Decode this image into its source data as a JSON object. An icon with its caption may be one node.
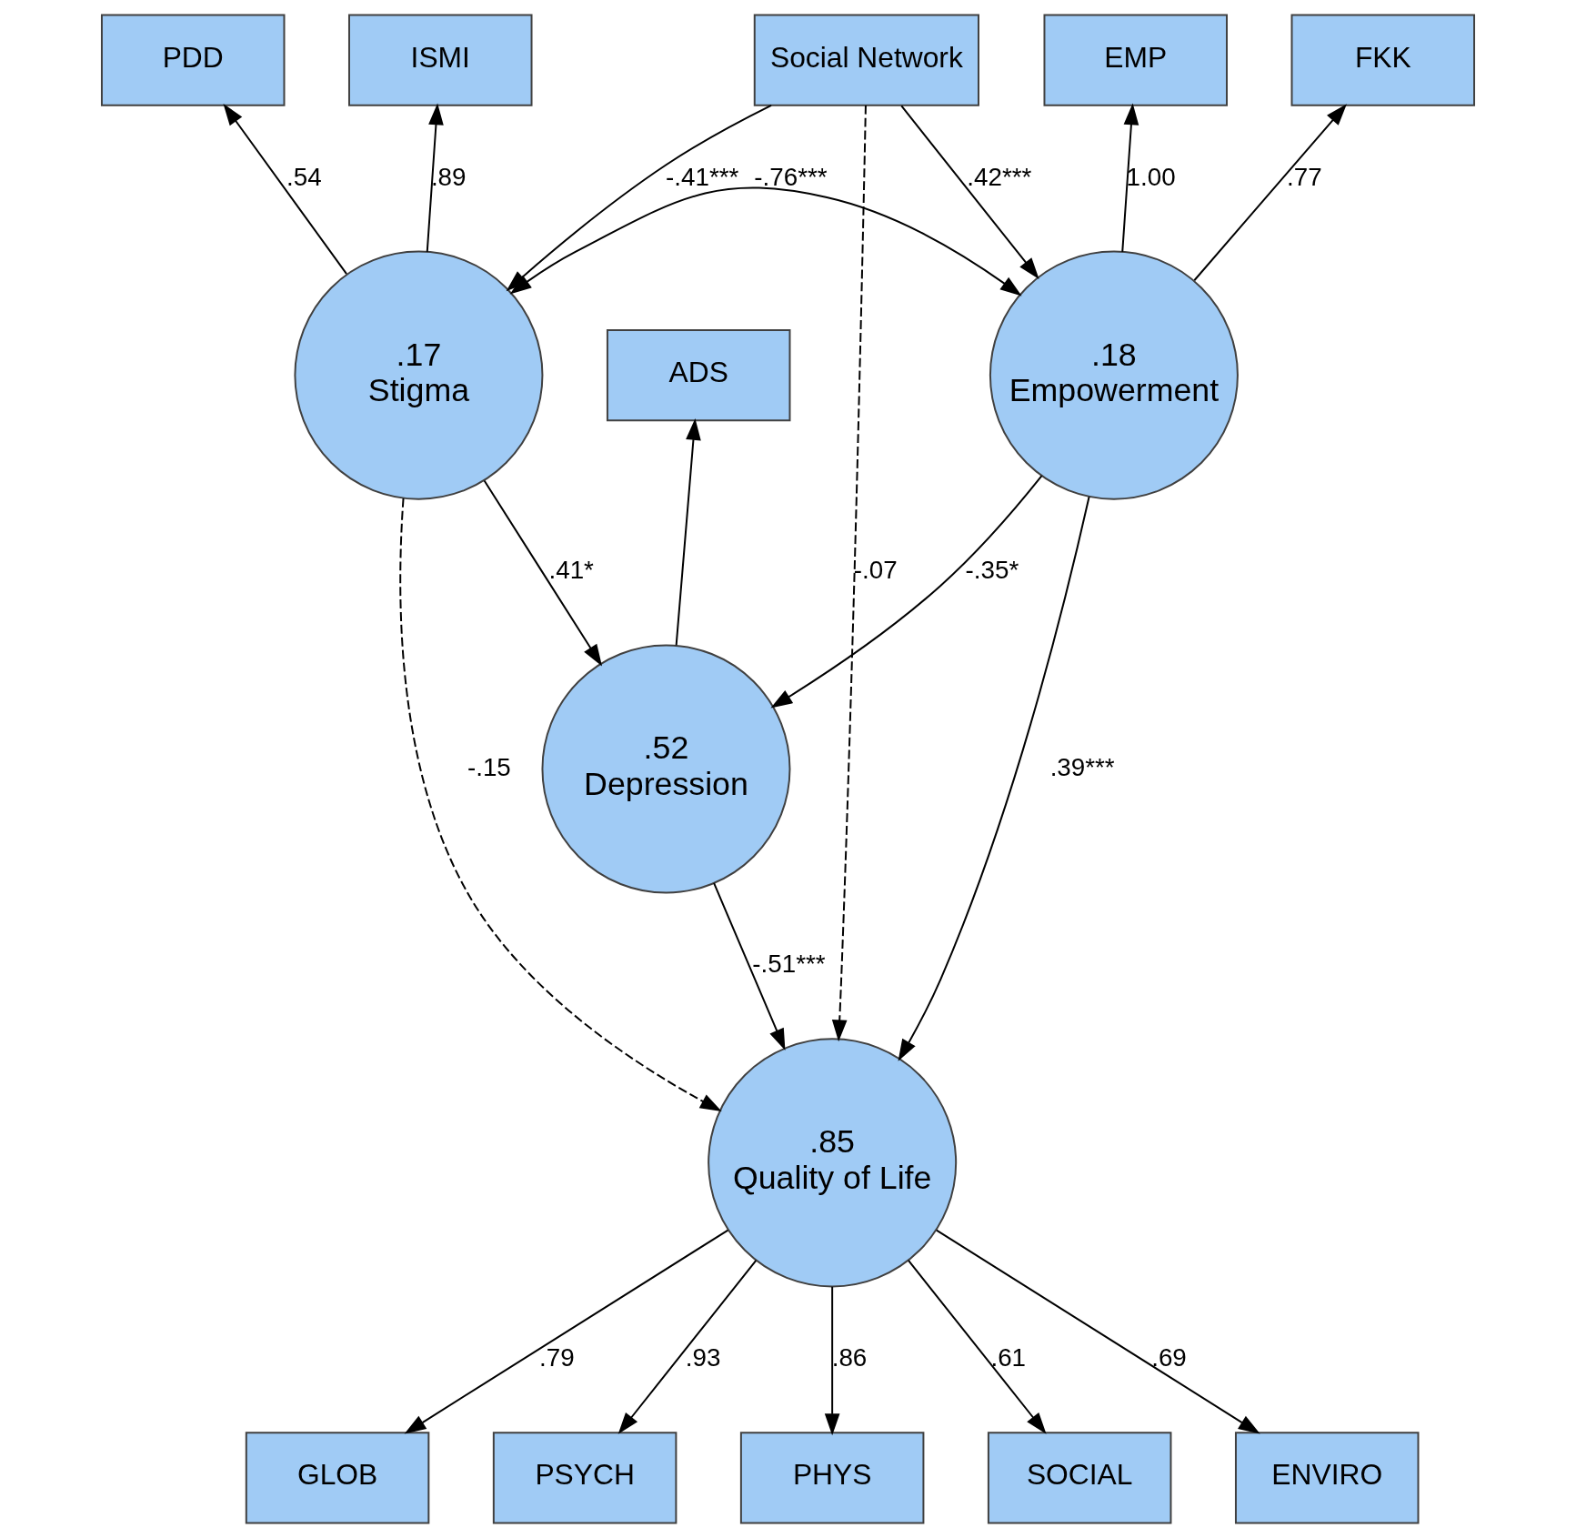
{
  "diagram": {
    "nodes": [
      {
        "text": [
          "Social Network"
        ]
      },
      {
        "text": [
          "PDD"
        ]
      },
      {
        "text": [
          "ISMI"
        ]
      },
      {
        "text": [
          "EMP"
        ]
      },
      {
        "text": [
          "FKK"
        ]
      },
      {
        "text": [
          ".17",
          "Stigma"
        ]
      },
      {
        "text": [
          ".18",
          "Empowerment"
        ]
      },
      {
        "text": [
          "ADS"
        ]
      },
      {
        "text": [
          ".52",
          "Depression"
        ]
      },
      {
        "text": [
          ".85",
          "Quality of Life"
        ]
      },
      {
        "text": [
          "GLOB"
        ]
      },
      {
        "text": [
          "PSYCH"
        ]
      },
      {
        "text": [
          "PHYS"
        ]
      },
      {
        "text": [
          "SOCIAL"
        ]
      },
      {
        "text": [
          "ENVIRO"
        ]
      }
    ],
    "edges": [
      {
        "from": 0,
        "to": 5,
        "arrow": "to",
        "label": "-.41***"
      },
      {
        "from": 0,
        "to": 6,
        "arrow": "to",
        "label": ".42***"
      },
      {
        "from": 5,
        "to": 1,
        "arrow": "to",
        "label": ".54"
      },
      {
        "from": 5,
        "to": 2,
        "arrow": "to",
        "label": ".89"
      },
      {
        "from": 6,
        "to": 3,
        "arrow": "to",
        "label": "1.00"
      },
      {
        "from": 6,
        "to": 4,
        "arrow": "to",
        "label": ".77"
      },
      {
        "from": 5,
        "to": 6,
        "arrow": "both",
        "label": "-.76***"
      },
      {
        "from": 5,
        "to": 8,
        "arrow": "to",
        "label": ".41*"
      },
      {
        "from": 6,
        "to": 8,
        "arrow": "to",
        "label": "-.35*"
      },
      {
        "from": 8,
        "to": 7,
        "arrow": "to"
      },
      {
        "from": 5,
        "to": 9,
        "arrow": "to",
        "label": "-.15",
        "style": "dashed"
      },
      {
        "from": 6,
        "to": 9,
        "arrow": "to",
        "label": ".39***"
      },
      {
        "from": 8,
        "to": 9,
        "arrow": "to",
        "label": "-.51***"
      },
      {
        "from": 0,
        "to": 9,
        "arrow": "to",
        "label": "-.07",
        "style": "dashed"
      },
      {
        "from": 9,
        "to": 10,
        "arrow": "to",
        "label": ".79"
      },
      {
        "from": 9,
        "to": 11,
        "arrow": "to",
        "label": ".93"
      },
      {
        "from": 9,
        "to": 12,
        "arrow": "to",
        "label": ".86"
      },
      {
        "from": 9,
        "to": 13,
        "arrow": "to",
        "label": ".61"
      },
      {
        "from": 9,
        "to": 14,
        "arrow": "to",
        "label": ".69"
      }
    ]
  }
}
